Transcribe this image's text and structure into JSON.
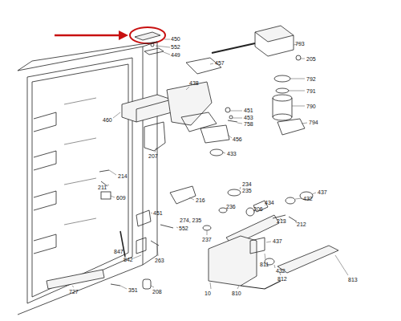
{
  "diagram": {
    "labels": [
      "450",
      "552",
      "449",
      "793",
      "205",
      "792",
      "791",
      "790",
      "794",
      "457",
      "460",
      "438",
      "451",
      "453",
      "758",
      "456",
      "433",
      "207",
      "214",
      "211",
      "609",
      "216",
      "234",
      "235",
      "434",
      "432",
      "437",
      "236",
      "206",
      "213",
      "212",
      "451",
      "274, 235",
      "552",
      "237",
      "847",
      "842",
      "263",
      "437",
      "811",
      "432",
      "727",
      "351",
      "208",
      "10",
      "810",
      "812",
      "813"
    ]
  }
}
